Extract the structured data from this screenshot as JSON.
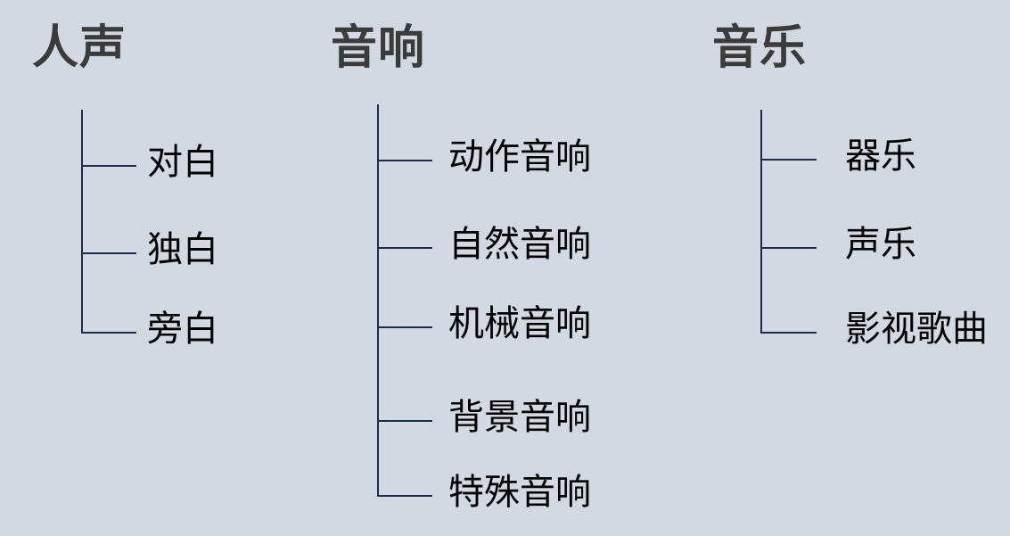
{
  "diagram": {
    "title_semantic": "film-sound-classification",
    "background_color": "#d3d9e2",
    "line_color": "#1e2b4d",
    "heading_color": "#3b3b3b",
    "label_color": "#000000",
    "trees": [
      {
        "heading": "人声",
        "children": [
          "对白",
          "独白",
          "旁白"
        ]
      },
      {
        "heading": "音响",
        "children": [
          "动作音响",
          "自然音响",
          "机械音响",
          "背景音响",
          "特殊音响"
        ]
      },
      {
        "heading": "音乐",
        "children": [
          "器乐",
          "声乐",
          "影视歌曲"
        ]
      }
    ]
  }
}
